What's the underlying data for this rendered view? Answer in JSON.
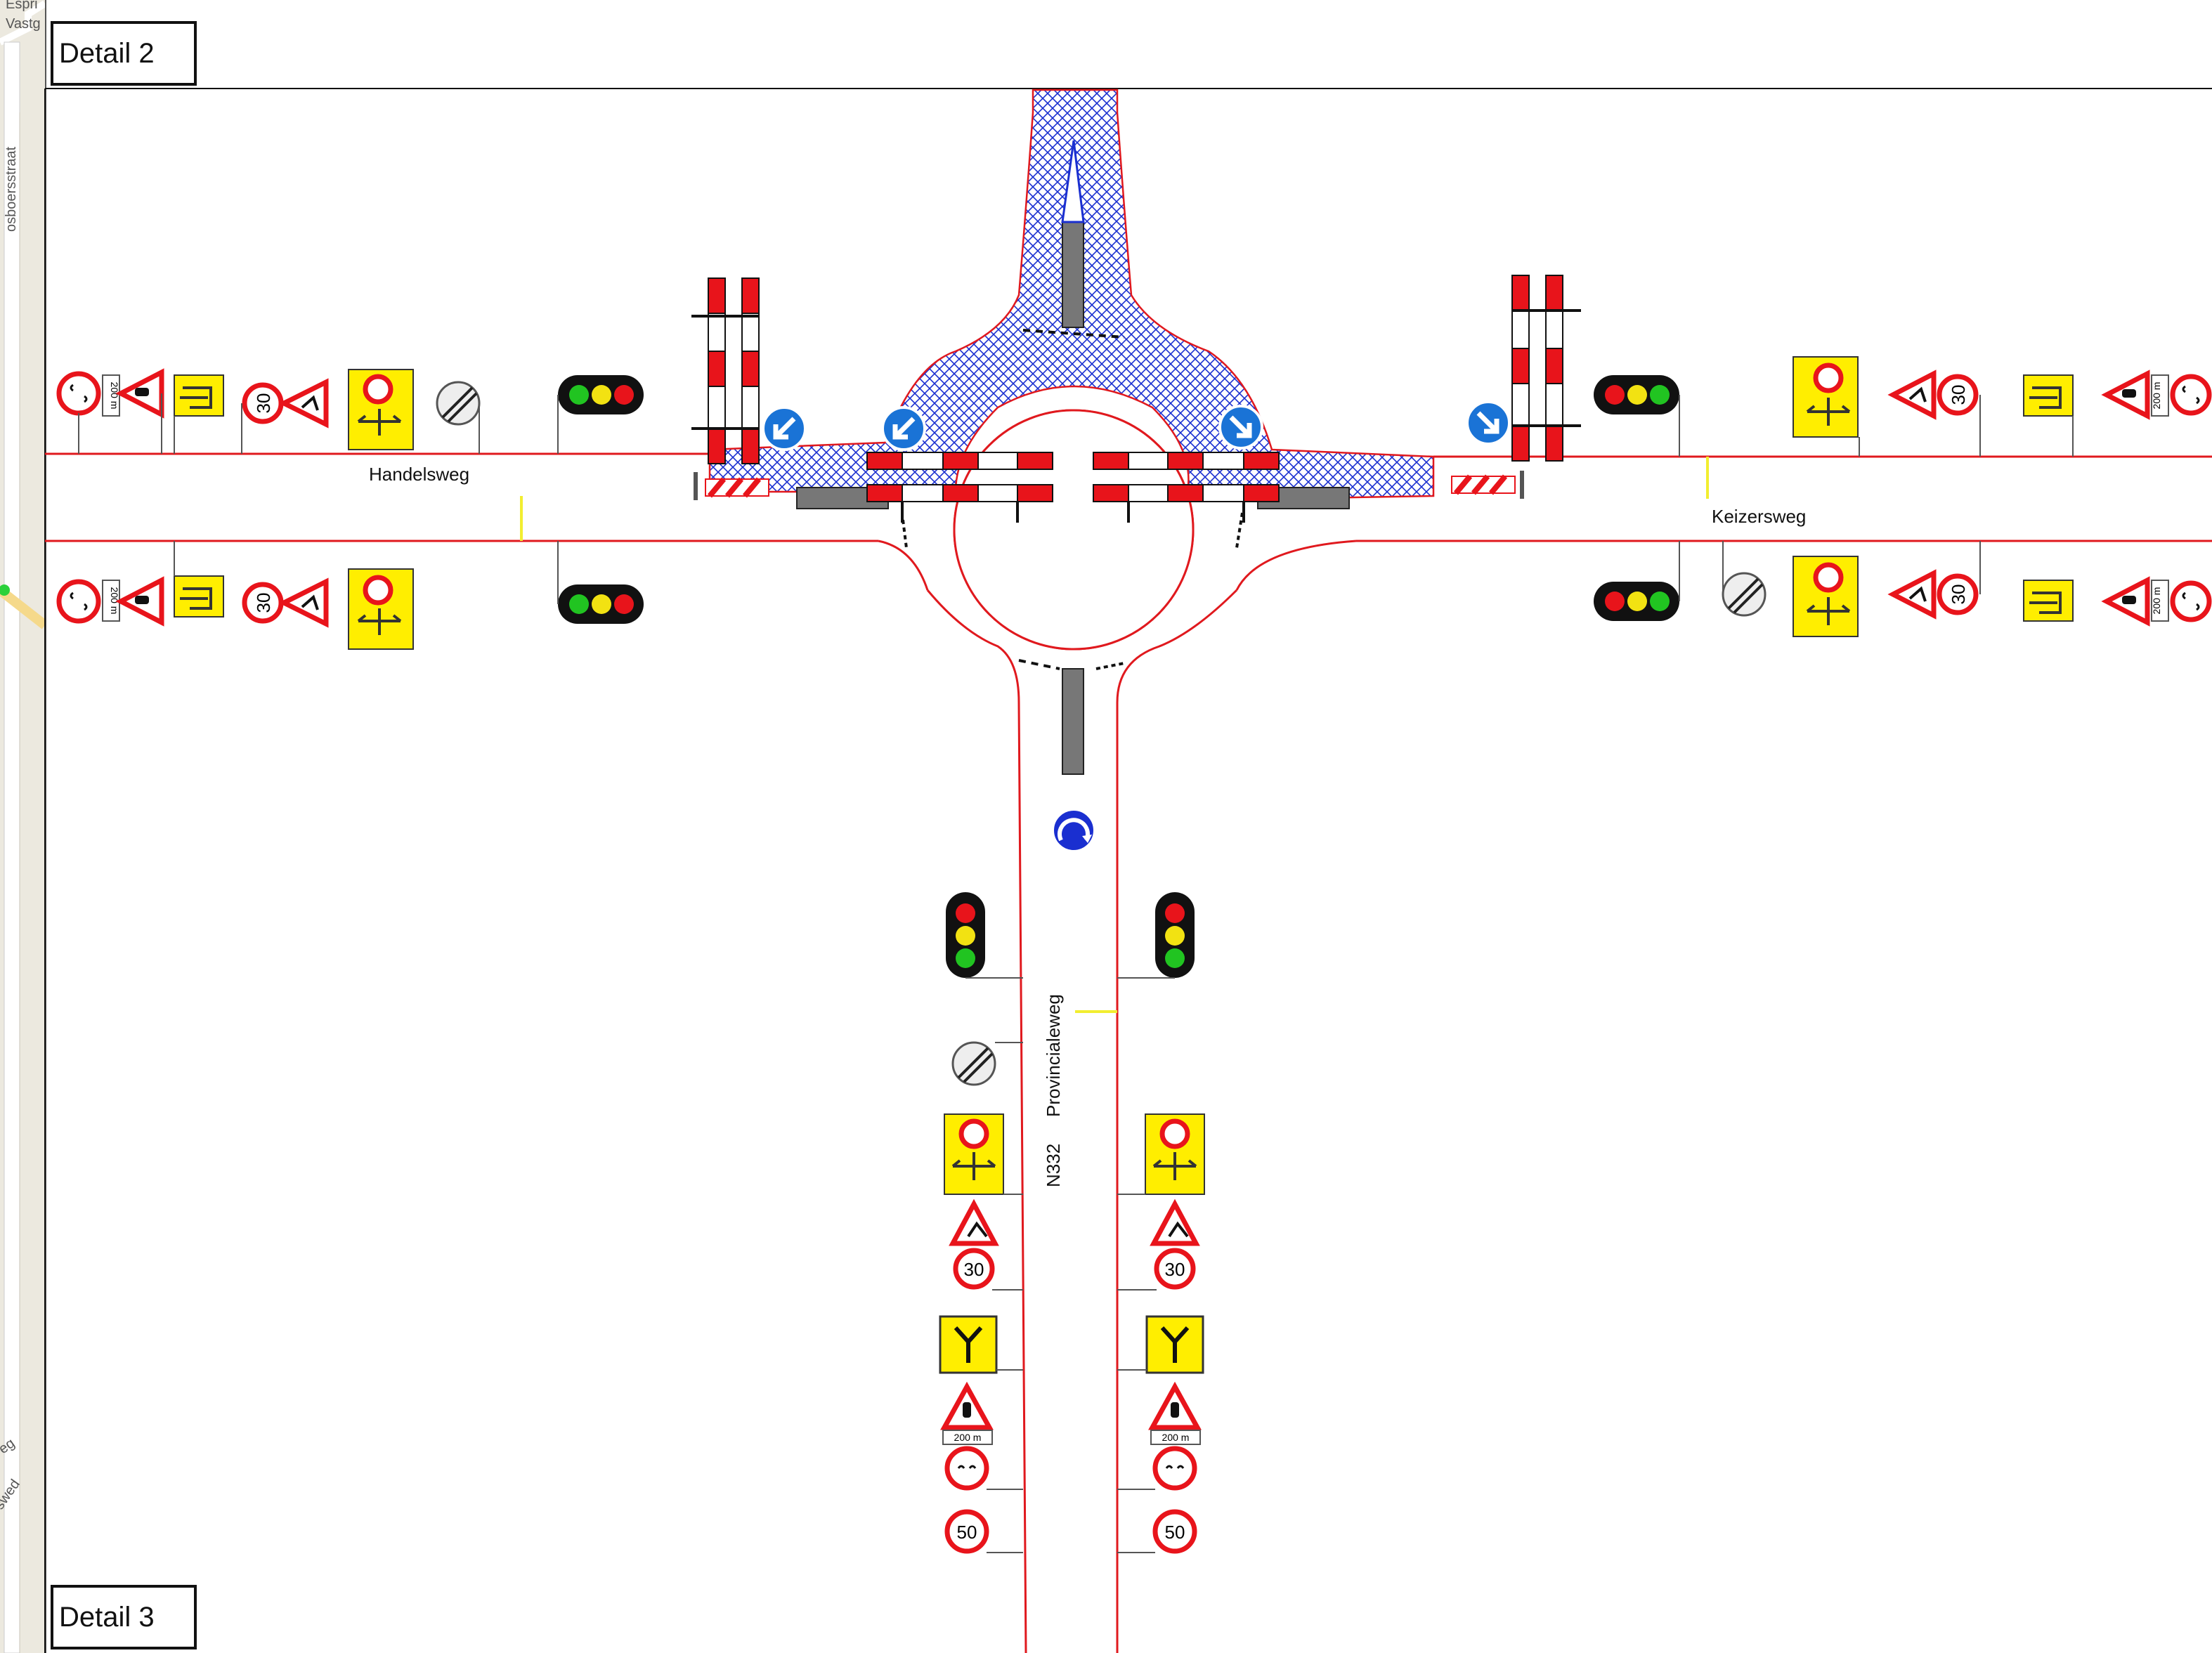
{
  "map": {
    "labels": [
      "Espri",
      "Vastg",
      "osboersstraat",
      "eg",
      "swed"
    ]
  },
  "details": {
    "top": "Detail 2",
    "bottom": "Detail 3"
  },
  "roads": {
    "west": "Handelsweg",
    "east": "Keizersweg",
    "south": "Provincialeweg",
    "south_number": "N332"
  },
  "sign_text": {
    "distance": "200 m",
    "speed_30": "30",
    "speed_50": "50"
  },
  "colors": {
    "road_edge": "#e0191e",
    "barrier_red": "#e8141b",
    "hatch_blue": "#1a2fd0",
    "sign_yellow": "#ffee00",
    "sign_blue": "#1a73d6",
    "centerline": "#f2ee30",
    "island_gray": "#777777"
  },
  "icons": [
    "traffic-light-icon",
    "warning-triangle-icon",
    "speed-limit-icon",
    "roadworks-icon",
    "no-entry-icon",
    "detour-icon",
    "end-restriction-icon",
    "keep-left-icon",
    "roundabout-icon",
    "lane-split-icon",
    "no-overtaking-icon"
  ]
}
